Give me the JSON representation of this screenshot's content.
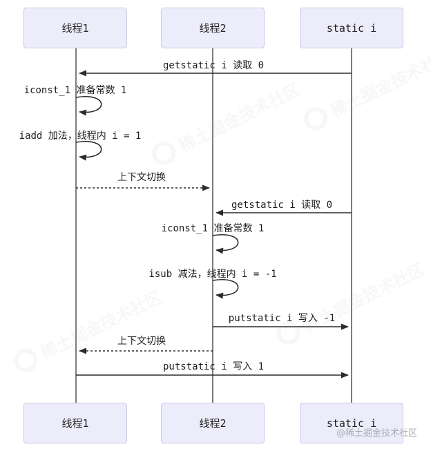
{
  "diagram": {
    "kind": "sequence-diagram",
    "topic": "two threads interleaving on static i",
    "actors": [
      {
        "id": "thread1",
        "label": "线程1"
      },
      {
        "id": "thread2",
        "label": "线程2"
      },
      {
        "id": "static_i",
        "label": "static i"
      }
    ],
    "messages": [
      {
        "label": "getstatic i 读取 0",
        "from": "static_i",
        "to": "thread1",
        "style": "solid-arrow"
      },
      {
        "label": "iconst_1 准备常数 1",
        "on": "thread1",
        "style": "self-loop"
      },
      {
        "label": "iadd 加法，线程内 i = 1",
        "on": "thread1",
        "style": "self-loop"
      },
      {
        "label": "上下文切换",
        "from": "thread1",
        "to": "thread2",
        "style": "dashed-arrow"
      },
      {
        "label": "getstatic i 读取 0",
        "from": "static_i",
        "to": "thread2",
        "style": "solid-arrow"
      },
      {
        "label": "iconst_1 准备常数 1",
        "on": "thread2",
        "style": "self-loop"
      },
      {
        "label": "isub 减法，线程内 i = -1",
        "on": "thread2",
        "style": "self-loop"
      },
      {
        "label": "putstatic i 写入 -1",
        "from": "thread2",
        "to": "static_i",
        "style": "solid-arrow"
      },
      {
        "label": "上下文切换",
        "from": "thread2",
        "to": "thread1",
        "style": "dashed-arrow"
      },
      {
        "label": "putstatic i 写入 1",
        "from": "thread1",
        "to": "static_i",
        "style": "solid-arrow"
      }
    ],
    "colors": {
      "actor_fill": "#ececfb",
      "actor_border": "#c9c9e6",
      "lifeline": "#7d7d7d",
      "arrow": "#2b2b2b",
      "text": "#1c1c1c"
    }
  },
  "watermark": {
    "text": "@稀土掘金技术社区",
    "faint_text": "稀土掘金技术社区"
  }
}
